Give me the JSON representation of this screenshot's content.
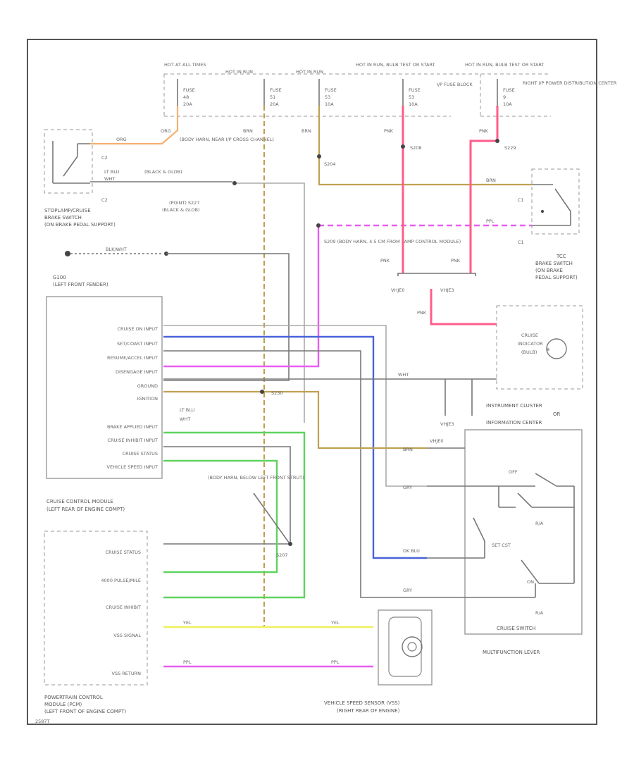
{
  "top_bus": {
    "hot_at_all_times": "HOT AT ALL TIMES",
    "hot_in_run_a": "HOT IN RUN",
    "hot_in_run_b": "HOT IN RUN",
    "hot_run_bulb_test_start": "HOT IN RUN, BULB TEST OR START",
    "hot_run_bulb_test_start_2": "HOT IN RUN, BULB TEST OR START"
  },
  "fuses": [
    {
      "name": "FUSE",
      "num": "48",
      "amp": "20A"
    },
    {
      "name": "FUSE",
      "num": "51",
      "amp": "20A"
    },
    {
      "name": "FUSE",
      "num": "53",
      "amp": "10A"
    },
    {
      "name": "FUSE",
      "num": "53",
      "amp": "10A"
    },
    {
      "name": "FUSE",
      "num": "9",
      "amp": "10A"
    }
  ],
  "fuse_blocks": {
    "ip_fuse_block": "I/P FUSE BLOCK",
    "right_ip_power": "RIGHT I/P POWER DISTRIBUTION CENTER"
  },
  "stoplamp_switch": {
    "label1": "STOPLAMP/CRUISE",
    "label2": "BRAKE SWITCH",
    "label3": "(ON BRAKE PEDAL SUPPORT)",
    "c2a": "C2",
    "c2b": "C2"
  },
  "wires": {
    "org": "ORG",
    "brn": "BRN",
    "pnk": "PNK",
    "lt_blu": "LT BLU",
    "wht": "WHT",
    "splice_s227": "(POINT) S227",
    "black_glob": "(BLACK & GLOB)",
    "body_harn_near_crossmember": "(BODY HARN, NEAR I/P CROSS CHANNEL)",
    "s209": "S209",
    "s204": "S204",
    "s208": "S208",
    "s229": "S229",
    "s230": "S230",
    "blk_wht": "BLK/WHT",
    "gray": "GRY",
    "dk_blu": "DK BLU",
    "yel": "YEL",
    "ppl": "PPL"
  },
  "ground": {
    "label": "G100",
    "location": "(LEFT FRONT FENDER)"
  },
  "s209_note": "S209 (BODY HARN, 4.5 CM FROM LAMP CONTROL MODULE)",
  "tcc_switch": {
    "label1": "TCC",
    "label2": "BRAKE SWITCH",
    "label3": "(ON BRAKE",
    "label4": "PEDAL SUPPORT)",
    "c1a": "C1",
    "c1b": "C1"
  },
  "cruise_module": {
    "inputs": [
      "CRUISE ON INPUT",
      "SET/COAST INPUT",
      "RESUME/ACCEL INPUT",
      "DISENGAGE INPUT",
      "GROUND",
      "IGNITION"
    ],
    "inputs2": [
      "BRAKE APPLIED INPUT",
      "CRUISE INHIBIT INPUT",
      "CRUISE STATUS",
      "VEHICLE SPEED INPUT"
    ],
    "label1": "CRUISE CONTROL MODULE",
    "label2": "(LEFT REAR OF ENGINE COMPT)"
  },
  "cluster": {
    "indicator1": "CRUISE",
    "indicator2": "INDICATOR",
    "indicator3": "(BULB)",
    "label1": "INSTRUMENT CLUSTER",
    "label2": "OR",
    "label3": "INFORMATION CENTER"
  },
  "connectors": [
    "VHJE0",
    "VHJE3",
    "VHJE3",
    "VHJE0"
  ],
  "multifunction": {
    "off": "OFF",
    "r_a": "R/A",
    "set_cst": "SET CST",
    "on": "ON",
    "r_a2": "R/A",
    "cruise_switch": "CRUISE SWITCH",
    "label": "MULTIFUNCTION LEVER"
  },
  "pcm": {
    "rows": [
      "CRUISE STATUS",
      "4000 PULSE/MILE",
      "CRUISE INHIBIT",
      "VSS SIGNAL",
      "VSS RETURN"
    ],
    "label1": "POWERTRAIN CONTROL",
    "label2": "MODULE (PCM)",
    "label3": "(LEFT FRONT OF ENGINE COMPT)"
  },
  "harness_note": "(BODY HARN, BELOW LEFT FRONT STRUT)",
  "s207": "S207",
  "vss": {
    "label1": "VEHICLE SPEED SENSOR (VSS)",
    "label2": "(RIGHT REAR OF ENGINE)"
  },
  "code": "2587T"
}
